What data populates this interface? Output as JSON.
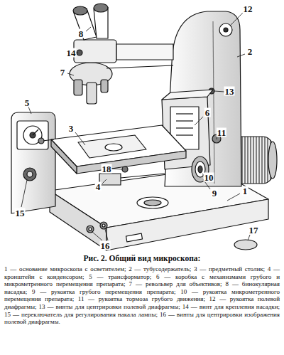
{
  "diagram": {
    "title": "Рис. 2. Общий вид микроскопа:",
    "caption": "1 — основание микроскопа с осветителем; 2 — тубусодержатель; 3 — предметный столик; 4 — кронштейн с конденсором; 5 — трансформатор; 6 — коробка с механизмами грубого и микрометренного перемещения препарата; 7 — револьвер для объективов; 8 — бинокулярная насадка; 9 — рукоятка грубого перемещения препарата; 10 — рукоятка микрометренного перемещения препарата; 11 — рукоятка тормоза грубого движения; 12 — рукоятка полевой диафрагмы; 13 — винты для центрировки полевой диафрагмы; 14 — винт для крепления насадки; 15 — переключатель для регулирования накала лампы; 16 — винты для центрировки изображения полевой диафрагмы.",
    "labels": [
      "1",
      "2",
      "3",
      "4",
      "5",
      "6",
      "7",
      "8",
      "9",
      "10",
      "11",
      "12",
      "13",
      "14",
      "15",
      "16",
      "17",
      "18"
    ]
  }
}
